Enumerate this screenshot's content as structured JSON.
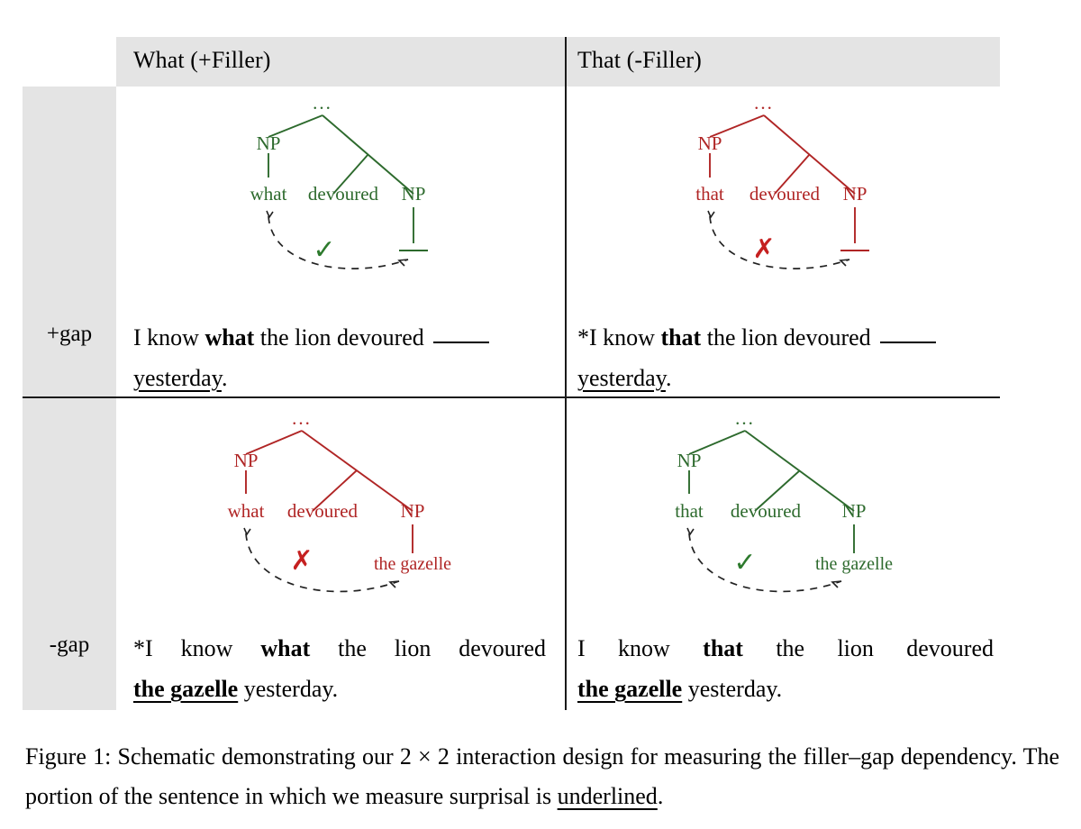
{
  "figure": {
    "caption_prefix": "Figure 1:",
    "caption_body": " Schematic demonstrating our 2 × 2 interaction design for measuring the filler–gap dependency. The portion of the sentence in which we measure surprisal is ",
    "caption_underlined_word": "underlined",
    "caption_end": "."
  },
  "colors": {
    "grammatical_green": "#2d6a2d",
    "ungrammatical_red": "#b02525",
    "check_green": "#2d7a2d",
    "cross_red": "#c52020",
    "band_gray": "#e4e4e4",
    "rule_black": "#1a1a1a",
    "arc_black": "#222222"
  },
  "table": {
    "columns": [
      {
        "id": "what",
        "header": "What (+Filler)"
      },
      {
        "id": "that",
        "header": "That (-Filler)"
      }
    ],
    "rows": [
      {
        "id": "plus-gap",
        "label": "+gap"
      },
      {
        "id": "minus-gap",
        "label": "-gap"
      }
    ]
  },
  "cells": {
    "what_plusgap": {
      "grammatical": true,
      "mark": "✓",
      "tree": {
        "root": "...",
        "filler_phrase": "NP",
        "filler_word": "what",
        "verb": "devoured",
        "object_phrase": "NP",
        "object_word": "",
        "object_is_gap": true
      },
      "sentence": {
        "star": "",
        "pre": "I know ",
        "bold": "what",
        "mid": " the lion devoured ",
        "has_blank": true,
        "underlined": "yesterday",
        "post": "."
      }
    },
    "that_plusgap": {
      "grammatical": false,
      "mark": "✗",
      "tree": {
        "root": "...",
        "filler_phrase": "NP",
        "filler_word": "that",
        "verb": "devoured",
        "object_phrase": "NP",
        "object_word": "",
        "object_is_gap": true
      },
      "sentence": {
        "star": "*",
        "pre": "I know ",
        "bold": "that",
        "mid": " the lion devoured ",
        "has_blank": true,
        "underlined": "yesterday",
        "post": "."
      }
    },
    "what_minusgap": {
      "grammatical": false,
      "mark": "✗",
      "tree": {
        "root": "...",
        "filler_phrase": "NP",
        "filler_word": "what",
        "verb": "devoured",
        "object_phrase": "NP",
        "object_word": "the gazelle",
        "object_is_gap": false
      },
      "sentence": {
        "line1_star": "*I",
        "line1_words": [
          "know",
          "what",
          "the",
          "lion",
          "devoured"
        ],
        "bold_word": "what",
        "line2_bold_underlined": "the gazelle",
        "line2_rest": " yesterday."
      }
    },
    "that_minusgap": {
      "grammatical": true,
      "mark": "✓",
      "tree": {
        "root": "...",
        "filler_phrase": "NP",
        "filler_word": "that",
        "verb": "devoured",
        "object_phrase": "NP",
        "object_word": "the gazelle",
        "object_is_gap": false
      },
      "sentence": {
        "line1_star": "I",
        "line1_words": [
          "know",
          "that",
          "the",
          "lion",
          "devoured"
        ],
        "bold_word": "that",
        "line2_bold_underlined": "the gazelle",
        "line2_rest": " yesterday."
      }
    }
  }
}
